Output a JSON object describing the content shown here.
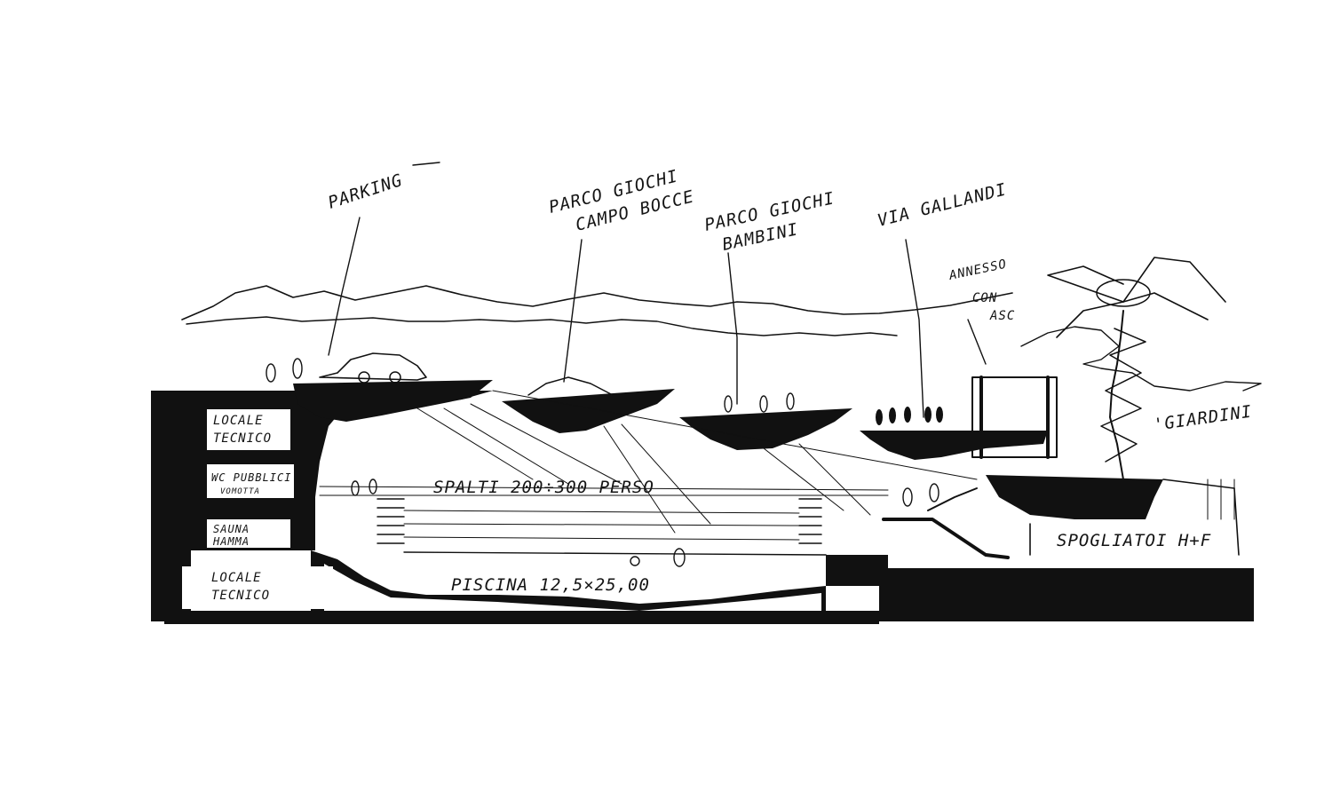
{
  "colors": {
    "ink": "#111111",
    "paper": "#ffffff"
  },
  "labels": {
    "parking": "PARKING",
    "parco_giochi_bocce_1": "PARCO GIOCHI",
    "parco_giochi_bocce_2": "CAMPO BOCCE",
    "parco_giochi_bambini_1": "PARCO GIOCHI",
    "parco_giochi_bambini_2": "BAMBINI",
    "via_galland": "VIA GALLANDI",
    "annesso_1": "ANNESSO",
    "annesso_2": "CON",
    "annesso_3": "ASC",
    "giardini": "'GIARDINI",
    "locale_tecnico_top_1": "LOCALE",
    "locale_tecnico_top_2": "TECNICO",
    "wc_1": "WC PUBBLICI",
    "wc_2": "VOMOTTA",
    "sauna_1": "SAUNA",
    "sauna_2": "HAMMA",
    "locale_tecnico_bottom_1": "LOCALE",
    "locale_tecnico_bottom_2": "TECNICO",
    "spalti": "SPALTI 200÷300 PERSO",
    "piscina": "PISCINA 12,5×25,00",
    "spogliatoi": "SPOGLIATOI H+F"
  }
}
